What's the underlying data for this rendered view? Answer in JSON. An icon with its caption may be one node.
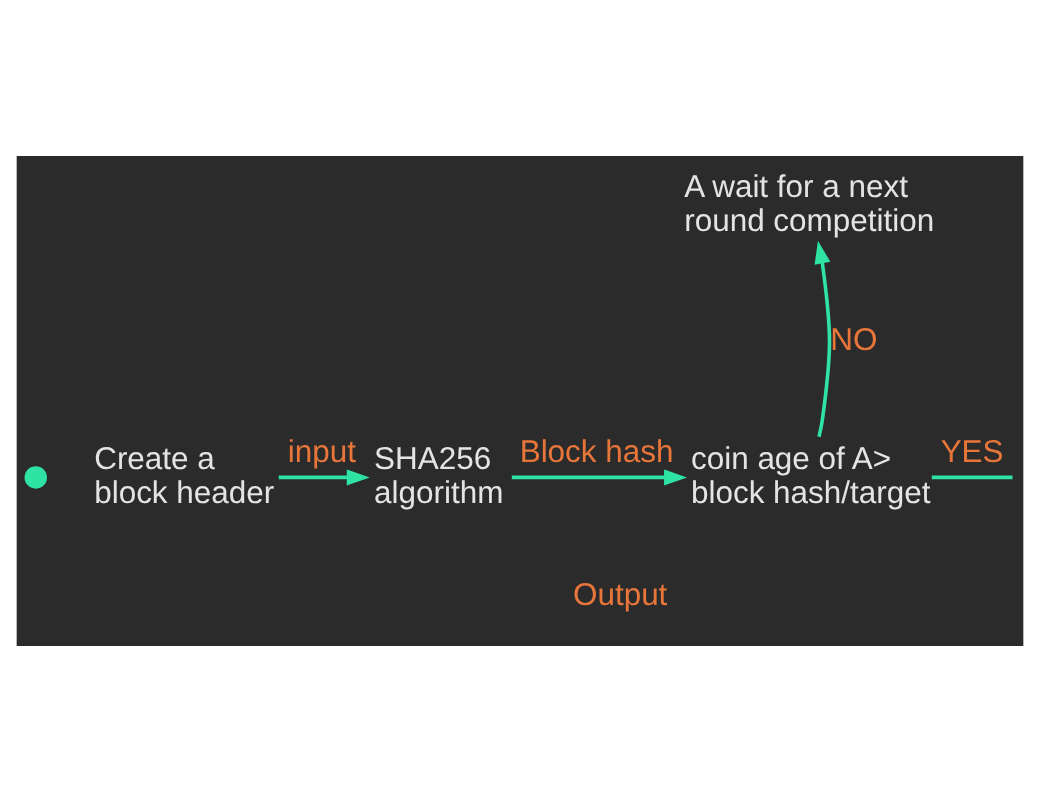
{
  "diagram": {
    "nodes": [
      {
        "text": [],
        "shape": "circle"
      },
      {
        "text": [
          "Create a block header"
        ]
      },
      {
        "text": [
          "SHA256 algorithm"
        ]
      },
      {
        "text": [
          "coin age of A> block hash/target"
        ]
      },
      {
        "text": [
          "A wait for a next round competition"
        ]
      }
    ],
    "edges": [
      {
        "from": 1,
        "to": 2,
        "arrow": "to",
        "label": "input"
      },
      {
        "from": 2,
        "to": 3,
        "arrow": "to",
        "label": "Block hash"
      },
      {
        "from": 3,
        "to": 4,
        "arrow": "to",
        "label": "NO"
      },
      {
        "from": 3,
        "to": null,
        "arrow": "none",
        "label": "YES"
      }
    ],
    "labels": [
      "Output"
    ]
  }
}
